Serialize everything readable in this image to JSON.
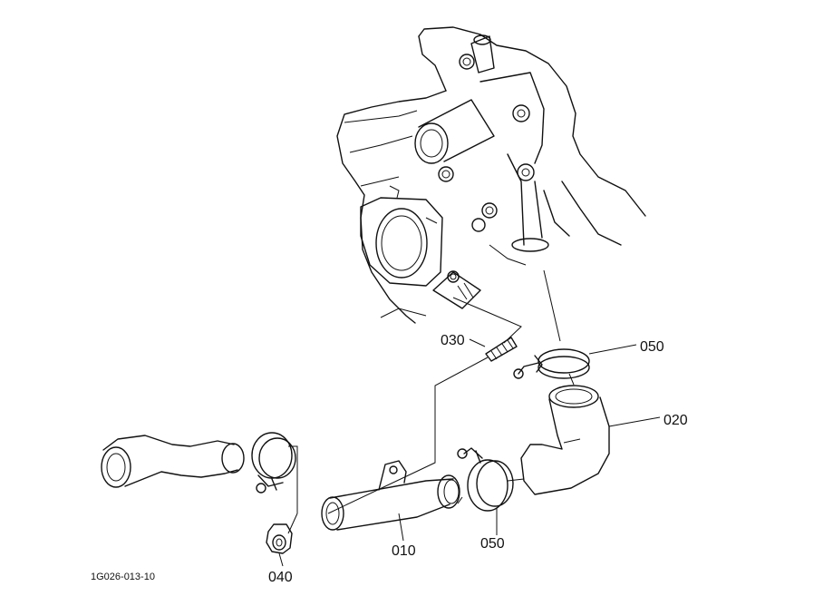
{
  "figure_code": "1G026-013-10",
  "callouts": {
    "p010": "010",
    "p020": "020",
    "p030": "030",
    "p040": "040",
    "p050_upper": "050",
    "p050_lower": "050"
  }
}
